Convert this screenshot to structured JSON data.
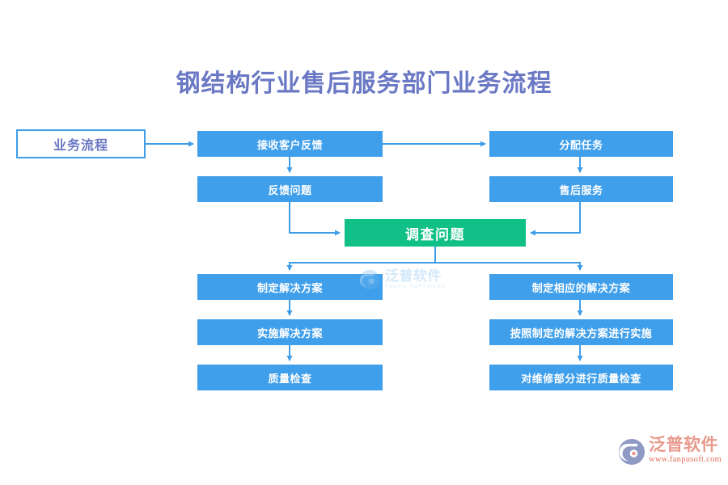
{
  "title": "钢结构行业售后服务部门业务流程",
  "colors": {
    "title": "#6b78c4",
    "node_blue": "#409fea",
    "node_green": "#10c086",
    "connector": "#3f9de8",
    "label_border": "#3f9de8",
    "label_text": "#6b78c4",
    "background": "#ffffff",
    "logo_cn": "#e79a8c",
    "logo_url": "#e26f5c"
  },
  "entry_label": {
    "text": "业务流程"
  },
  "nodes": {
    "receive_feedback": "接收客户反馈",
    "feedback_issue": "反馈问题",
    "assign_task": "分配任务",
    "after_sales_service": "售后服务",
    "investigate_issue": "调查问题",
    "left_make_plan": "制定解决方案",
    "left_implement_plan": "实施解决方案",
    "left_quality_check": "质量检查",
    "right_make_plan": "制定相应的解决方案",
    "right_implement_plan": "按照制定的解决方案进行实施",
    "right_quality_check": "对维修部分进行质量检查"
  },
  "watermark": {
    "cn": "泛普软件",
    "en": "FANPU SOFTWARE"
  },
  "logo": {
    "cn": "泛普软件",
    "url": "www.fanpusoft.com"
  }
}
